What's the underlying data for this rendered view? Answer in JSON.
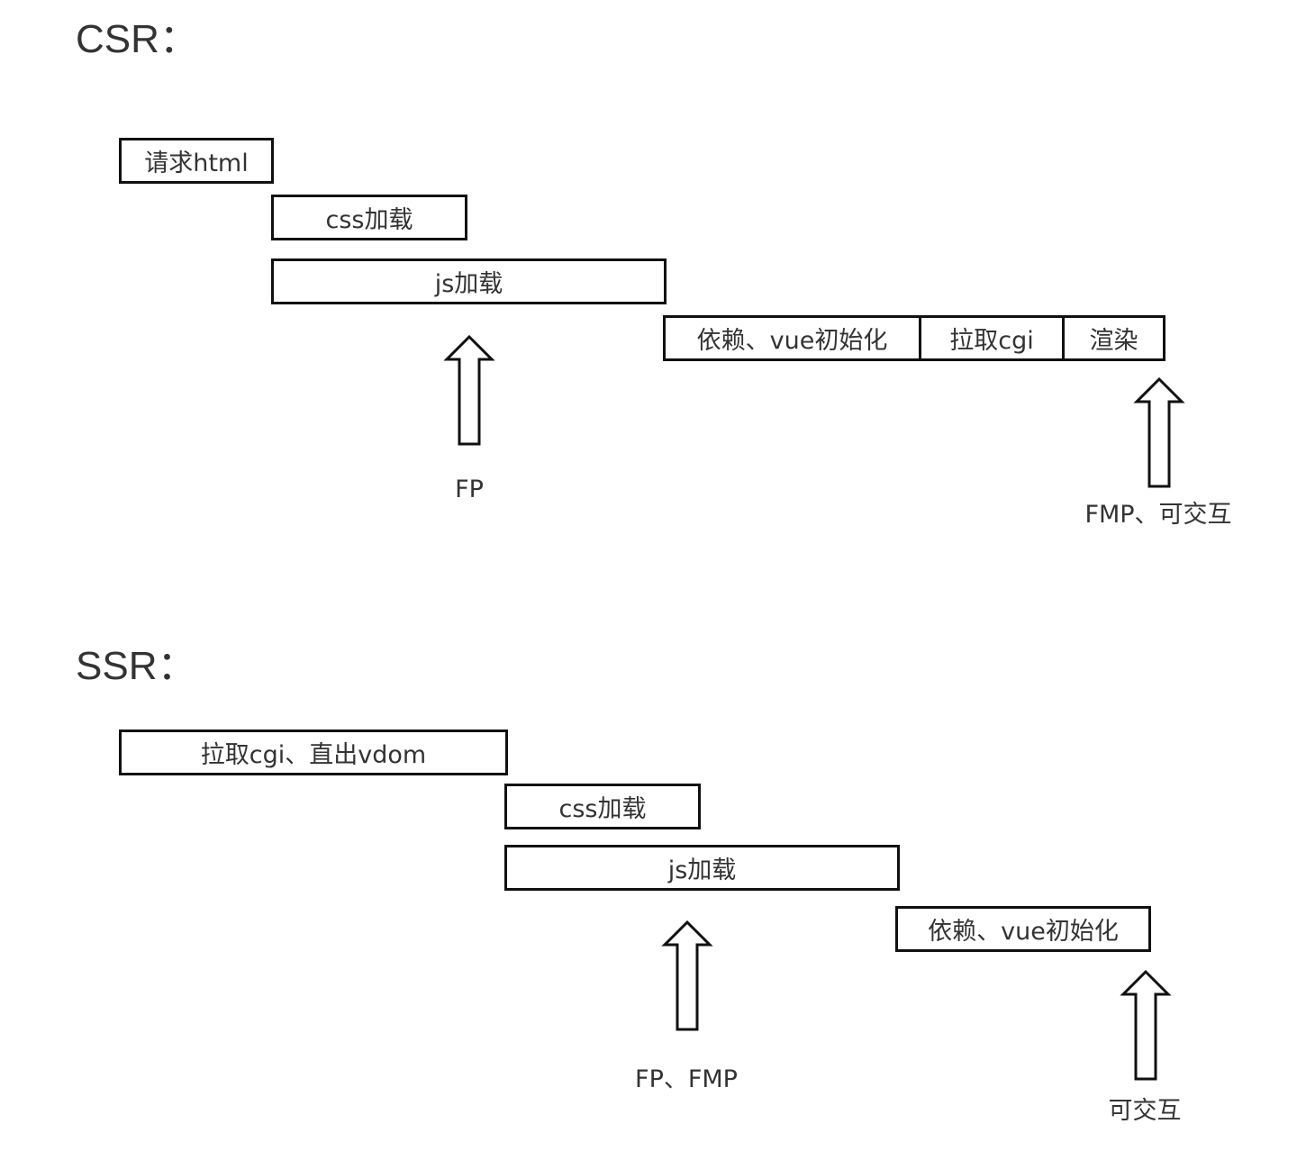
{
  "csr": {
    "title": "CSR：",
    "steps": {
      "request_html": "请求html",
      "css_load": "css加载",
      "js_load": "js加载",
      "vue_init": "依赖、vue初始化",
      "fetch_cgi": "拉取cgi",
      "render": "渲染"
    },
    "markers": {
      "fp": "FP",
      "fmp_interactive": "FMP、可交互"
    }
  },
  "ssr": {
    "title": "SSR：",
    "steps": {
      "fetch_cgi_vdom": "拉取cgi、直出vdom",
      "css_load": "css加载",
      "js_load": "js加载",
      "vue_init": "依赖、vue初始化"
    },
    "markers": {
      "fp_fmp": "FP、FMP",
      "interactive": "可交互"
    }
  },
  "colors": {
    "stroke": "#111111",
    "text": "#333333",
    "background": "#ffffff"
  }
}
